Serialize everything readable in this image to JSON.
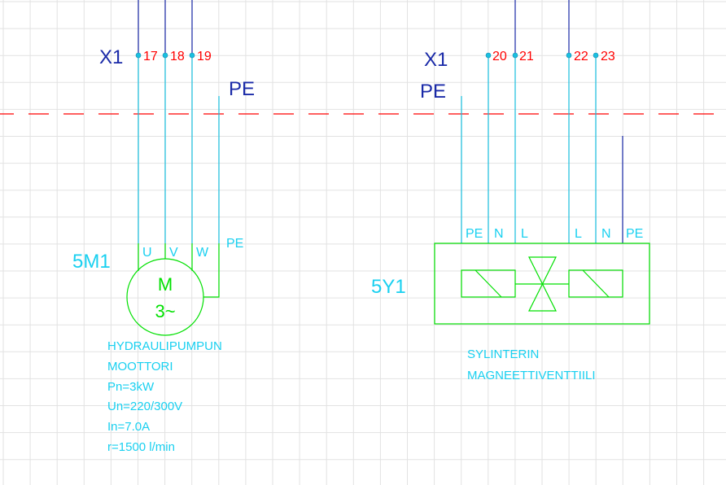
{
  "colors": {
    "grid": "#e2e2e2",
    "wire_cyan": "#19c0e0",
    "wire_dark": "#1a2aa8",
    "symbol_green": "#00e000",
    "terminal_number": "#ff0000",
    "border_dash": "#ff0000",
    "label_cyan": "#19d0f0"
  },
  "motor_section": {
    "terminal_strip": "X1",
    "terminals": [
      "17",
      "18",
      "19"
    ],
    "pe_label": "PE",
    "device_tag": "5M1",
    "pins": [
      "U",
      "V",
      "W",
      "PE"
    ],
    "symbol_top": "M",
    "symbol_bottom": "3~",
    "description": [
      "HYDRAULIPUMPUN",
      "MOOTTORI",
      "Pn=3kW",
      "Un=220/300V",
      "In=7.0A",
      "r=1500 l/min"
    ]
  },
  "valve_section": {
    "terminal_strip": "X1",
    "pe_label": "PE",
    "terminals": [
      "20",
      "21",
      "22",
      "23"
    ],
    "device_tag": "5Y1",
    "pins": [
      "PE",
      "N",
      "L",
      "L",
      "N",
      "PE"
    ],
    "description": [
      "SYLINTERIN",
      "MAGNEETTIVENTTIILI"
    ]
  }
}
